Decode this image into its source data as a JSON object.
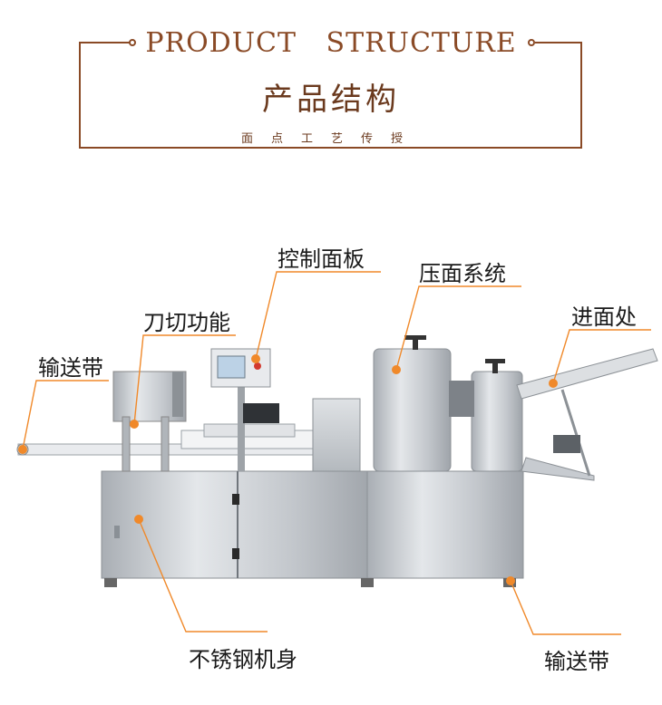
{
  "header": {
    "title_en": "PRODUCT  STRUCTURE",
    "title_cn": "产品结构",
    "subtitle": "面点工艺传授"
  },
  "labels": {
    "control_panel": "控制面板",
    "pressing_system": "压面系统",
    "cutting": "刀切功能",
    "dough_inlet": "进面处",
    "conveyor_left": "输送带",
    "stainless_body": "不锈钢机身",
    "conveyor_right": "输送带"
  },
  "colors": {
    "brand": "#8a4a26",
    "accent_orange": "#f0892a",
    "steel": "#c9cdd2"
  }
}
